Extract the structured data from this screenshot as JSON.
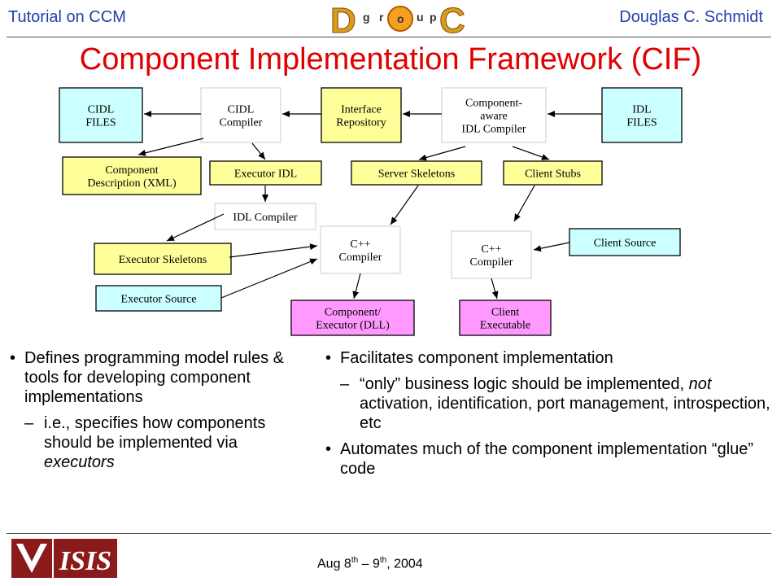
{
  "header": {
    "left": "Tutorial on CCM",
    "right": "Douglas C. Schmidt",
    "logo_letters": [
      "D",
      "g",
      "r",
      "o",
      "u",
      "p",
      "C"
    ]
  },
  "title": "Component Implementation Framework (CIF)",
  "diagram": {
    "boxes": {
      "cidl_files": [
        "CIDL",
        "FILES"
      ],
      "cidl_compiler": [
        "CIDL",
        "Compiler"
      ],
      "interface_repository": [
        "Interface",
        "Repository"
      ],
      "component_aware_idl": [
        "Component-",
        "aware",
        "IDL Compiler"
      ],
      "idl_files": [
        "IDL",
        "FILES"
      ],
      "component_description": [
        "Component",
        "Description (XML)"
      ],
      "executor_idl": [
        "Executor IDL"
      ],
      "server_skeletons": [
        "Server Skeletons"
      ],
      "client_stubs": [
        "Client Stubs"
      ],
      "idl_compiler": [
        "IDL Compiler"
      ],
      "executor_skeletons": [
        "Executor Skeletons"
      ],
      "cpp_compiler_1": [
        "C++",
        "Compiler"
      ],
      "cpp_compiler_2": [
        "C++",
        "Compiler"
      ],
      "client_source": [
        "Client Source"
      ],
      "executor_source": [
        "Executor Source"
      ],
      "component_executor_dll": [
        "Component/",
        "Executor (DLL)"
      ],
      "client_executable": [
        "Client",
        "Executable"
      ]
    },
    "colors": {
      "cyan": "#ccffff",
      "yellow": "#ffff99",
      "pink": "#ff99ff",
      "white": "#ffffff"
    }
  },
  "left_bullets": {
    "b1": "Defines programming model rules & tools for developing component implementations",
    "s1_dash": "–",
    "s1_pre": "i.e., specifies how components should be implemented via ",
    "s1_em": "executors"
  },
  "right_bullets": {
    "b1": "Facilitates component implementation",
    "s1_dash": "–",
    "s1_pre": "“only” business logic should be implemented, ",
    "s1_em": "not",
    "s1_post": " activation, identification, port management, introspection, etc",
    "b2": "Automates much of the component implementation “glue” code"
  },
  "footer": {
    "logo_text": "ISIS",
    "date_a": "Aug 8",
    "date_sup1": "th",
    "date_b": " – 9",
    "date_sup2": "th",
    "date_c": ", 2004"
  }
}
